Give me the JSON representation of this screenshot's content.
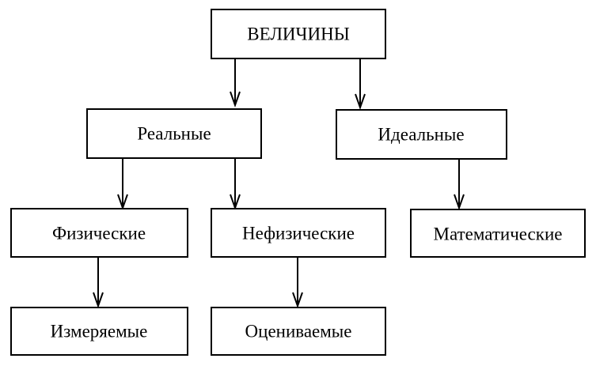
{
  "nodes": [
    {
      "id": "velichiny",
      "label": "ВЕЛИЧИНЫ"
    },
    {
      "id": "realnye",
      "label": "Реальные"
    },
    {
      "id": "idealnye",
      "label": "Идеальные"
    },
    {
      "id": "fizicheskie",
      "label": "Физические"
    },
    {
      "id": "nefizicheskie",
      "label": "Нефизические"
    },
    {
      "id": "matematicheskie",
      "label": "Математические"
    },
    {
      "id": "izmeryaemye",
      "label": "Измеряемые"
    },
    {
      "id": "otsenivaemye",
      "label": "Оцениваемые"
    }
  ],
  "edges": [
    {
      "from": "velichiny",
      "to": "realnye"
    },
    {
      "from": "velichiny",
      "to": "idealnye"
    },
    {
      "from": "realnye",
      "to": "fizicheskie"
    },
    {
      "from": "realnye",
      "to": "nefizicheskie"
    },
    {
      "from": "idealnye",
      "to": "matematicheskie"
    },
    {
      "from": "fizicheskie",
      "to": "izmeryaemye"
    },
    {
      "from": "nefizicheskie",
      "to": "otsenivaemye"
    }
  ]
}
